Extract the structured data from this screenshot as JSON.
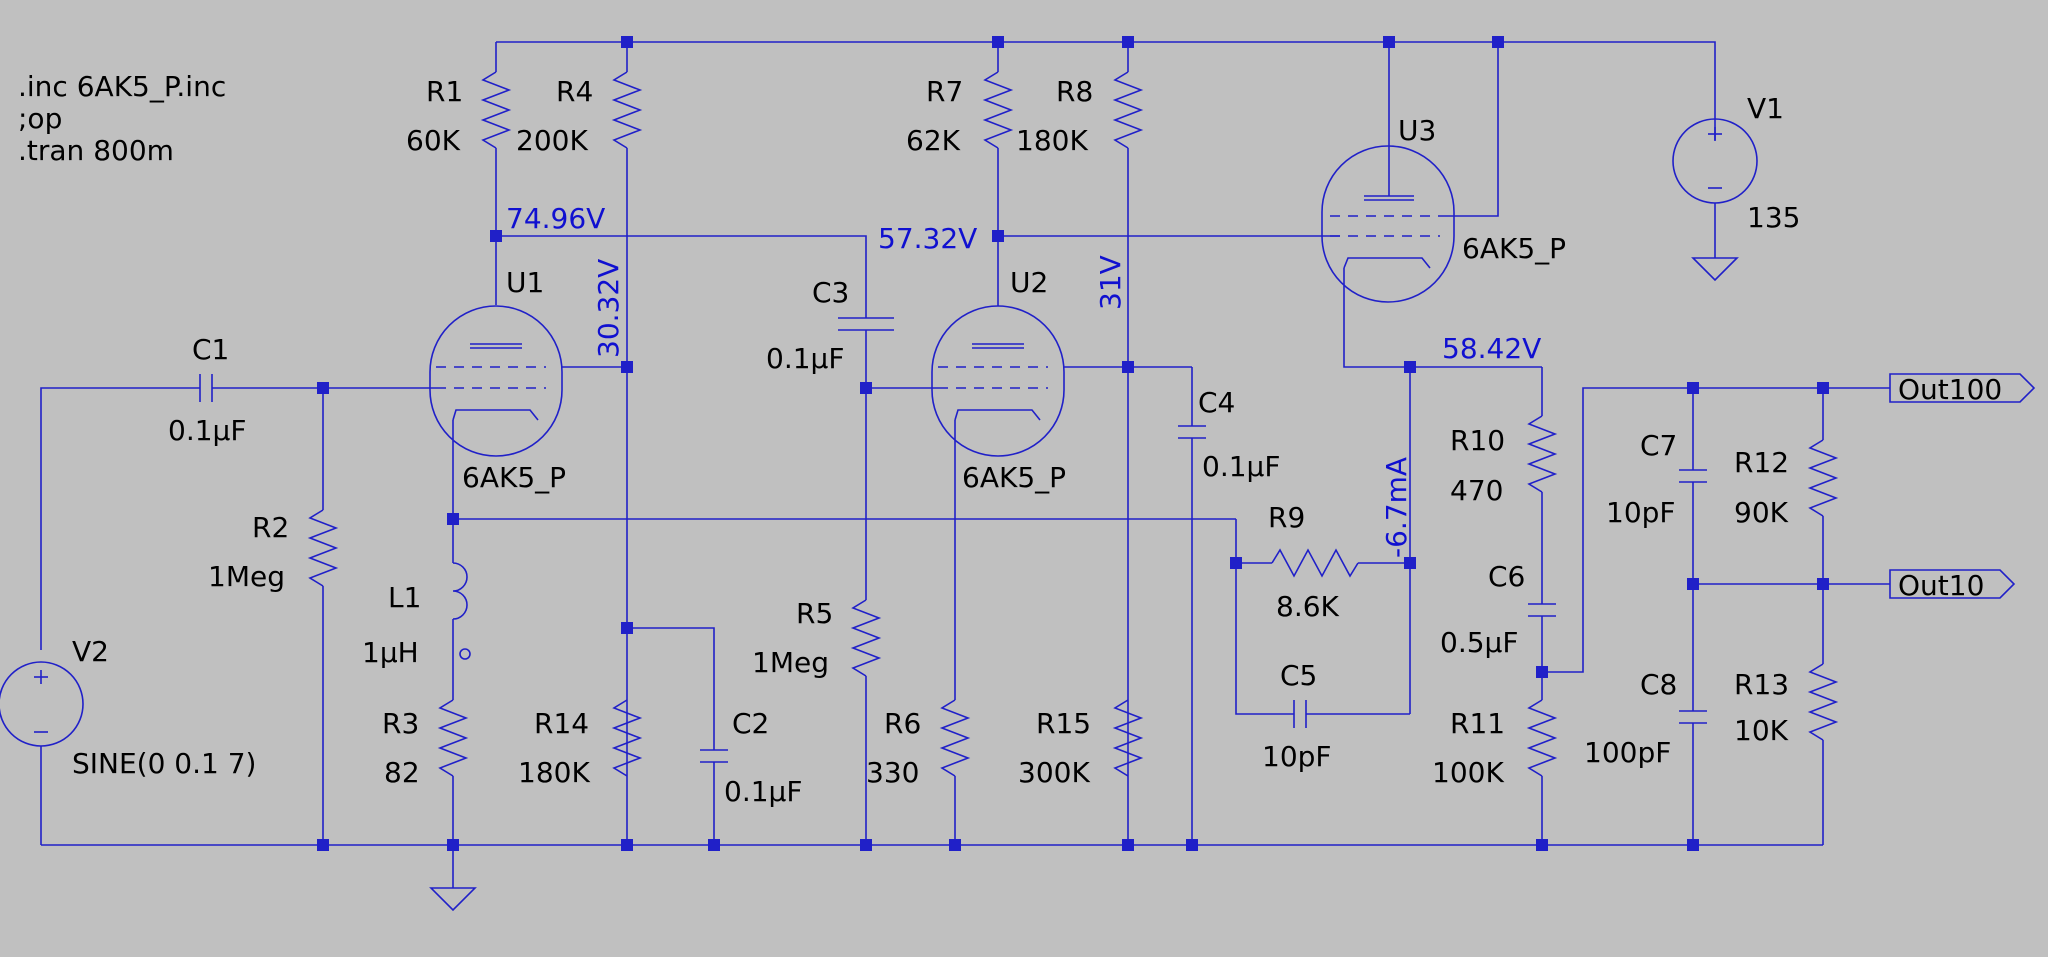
{
  "colors": {
    "background": "#c0c0c0",
    "wire": "#2020c8",
    "text": "#000000",
    "annotation": "#1010d0"
  },
  "directives": {
    "line1": ".inc 6AK5_P.inc",
    "line2": ";op",
    "line3": ".tran 800m"
  },
  "components": {
    "R1": {
      "name": "R1",
      "value": "60K"
    },
    "R2": {
      "name": "R2",
      "value": "1Meg"
    },
    "R3": {
      "name": "R3",
      "value": "82"
    },
    "R4": {
      "name": "R4",
      "value": "200K"
    },
    "R5": {
      "name": "R5",
      "value": "1Meg"
    },
    "R6": {
      "name": "R6",
      "value": "330"
    },
    "R7": {
      "name": "R7",
      "value": "62K"
    },
    "R8": {
      "name": "R8",
      "value": "180K"
    },
    "R9": {
      "name": "R9",
      "value": "8.6K"
    },
    "R10": {
      "name": "R10",
      "value": "470"
    },
    "R11": {
      "name": "R11",
      "value": "100K"
    },
    "R12": {
      "name": "R12",
      "value": "90K"
    },
    "R13": {
      "name": "R13",
      "value": "10K"
    },
    "R14": {
      "name": "R14",
      "value": "180K"
    },
    "R15": {
      "name": "R15",
      "value": "300K"
    },
    "C1": {
      "name": "C1",
      "value": "0.1µF"
    },
    "C2": {
      "name": "C2",
      "value": "0.1µF"
    },
    "C3": {
      "name": "C3",
      "value": "0.1µF"
    },
    "C4": {
      "name": "C4",
      "value": "0.1µF"
    },
    "C5": {
      "name": "C5",
      "value": "10pF"
    },
    "C6": {
      "name": "C6",
      "value": "0.5µF"
    },
    "C7": {
      "name": "C7",
      "value": "10pF"
    },
    "C8": {
      "name": "C8",
      "value": "100pF"
    },
    "L1": {
      "name": "L1",
      "value": "1µH"
    },
    "U1": {
      "name": "U1",
      "value": "6AK5_P"
    },
    "U2": {
      "name": "U2",
      "value": "6AK5_P"
    },
    "U3": {
      "name": "U3",
      "value": "6AK5_P"
    },
    "V1": {
      "name": "V1",
      "value": "135"
    },
    "V2": {
      "name": "V2",
      "value": "SINE(0 0.1 7)"
    }
  },
  "annotations": {
    "v_u1_plate": "74.96V",
    "v_u1_screen": "30.32V",
    "v_u2_plate": "57.32V",
    "v_u2_screen": "31V",
    "v_u3_cathode": "58.42V",
    "i_r9": "-6.7mA"
  },
  "ports": {
    "out100": "Out100",
    "out10": "Out10"
  }
}
